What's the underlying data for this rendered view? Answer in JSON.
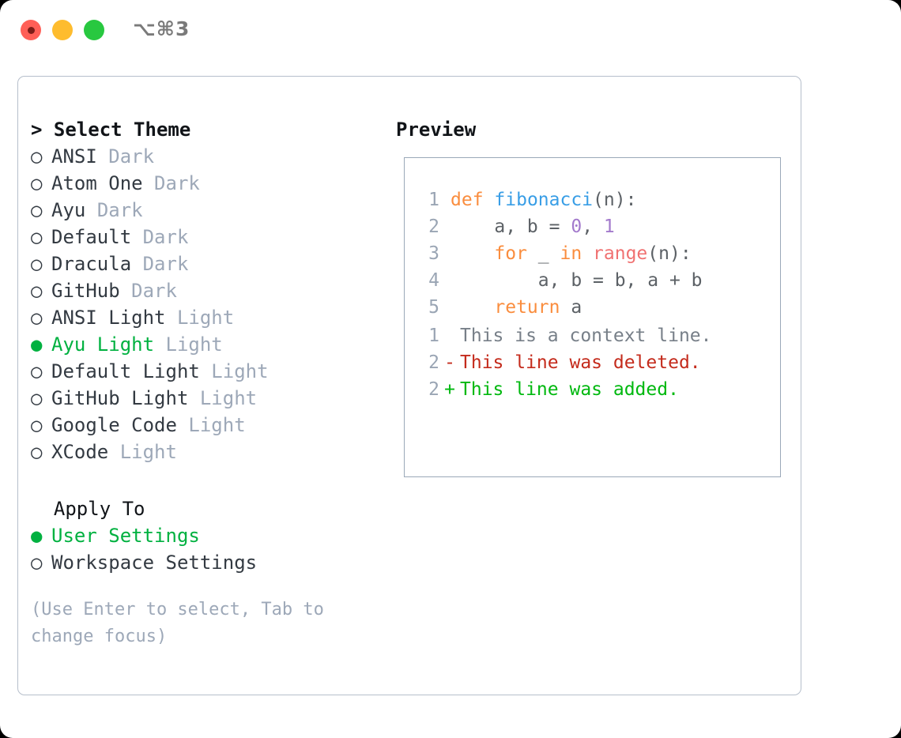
{
  "window": {
    "shortcut": "⌥⌘3",
    "traffic_lights": [
      "close-red",
      "minimize-yellow",
      "zoom-green"
    ]
  },
  "theme_picker": {
    "heading_prefix": "> ",
    "heading": "Select Theme",
    "marker_selected": "●",
    "marker_unselected": "○",
    "options": [
      {
        "label": "ANSI",
        "tag": "Dark",
        "selected": false
      },
      {
        "label": "Atom One",
        "tag": "Dark",
        "selected": false
      },
      {
        "label": "Ayu",
        "tag": "Dark",
        "selected": false
      },
      {
        "label": "Default",
        "tag": "Dark",
        "selected": false
      },
      {
        "label": "Dracula",
        "tag": "Dark",
        "selected": false
      },
      {
        "label": "GitHub",
        "tag": "Dark",
        "selected": false
      },
      {
        "label": "ANSI Light",
        "tag": "Light",
        "selected": false
      },
      {
        "label": "Ayu Light",
        "tag": "Light",
        "selected": true
      },
      {
        "label": "Default Light",
        "tag": "Light",
        "selected": false
      },
      {
        "label": "GitHub Light",
        "tag": "Light",
        "selected": false
      },
      {
        "label": "Google Code",
        "tag": "Light",
        "selected": false
      },
      {
        "label": "XCode",
        "tag": "Light",
        "selected": false
      }
    ]
  },
  "apply_to": {
    "heading": "Apply To",
    "options": [
      {
        "label": "User Settings",
        "selected": true
      },
      {
        "label": "Workspace Settings",
        "selected": false
      }
    ]
  },
  "hint": "(Use Enter to select, Tab to change focus)",
  "preview": {
    "heading": "Preview",
    "code_lines": [
      {
        "num": "1",
        "tokens": [
          {
            "t": "def",
            "c": "kw"
          },
          {
            "t": " ",
            "c": "pl"
          },
          {
            "t": "fibonacci",
            "c": "fn"
          },
          {
            "t": "(n):",
            "c": "pl"
          }
        ]
      },
      {
        "num": "2",
        "tokens": [
          {
            "t": "    a, b = ",
            "c": "var"
          },
          {
            "t": "0",
            "c": "num"
          },
          {
            "t": ", ",
            "c": "pl"
          },
          {
            "t": "1",
            "c": "num"
          }
        ]
      },
      {
        "num": "3",
        "tokens": [
          {
            "t": "    ",
            "c": "pl"
          },
          {
            "t": "for",
            "c": "kw"
          },
          {
            "t": " _ ",
            "c": "var"
          },
          {
            "t": "in",
            "c": "kw"
          },
          {
            "t": " ",
            "c": "pl"
          },
          {
            "t": "range",
            "c": "bi"
          },
          {
            "t": "(n):",
            "c": "pl"
          }
        ]
      },
      {
        "num": "4",
        "tokens": [
          {
            "t": "        a, b = b, a + b",
            "c": "var"
          }
        ]
      },
      {
        "num": "5",
        "tokens": [
          {
            "t": "    ",
            "c": "pl"
          },
          {
            "t": "return",
            "c": "kw"
          },
          {
            "t": " a",
            "c": "var"
          }
        ]
      }
    ],
    "diff_lines": [
      {
        "num": "1",
        "sign": " ",
        "text": "This is a context line.",
        "kind": "ctx"
      },
      {
        "num": "2",
        "sign": "-",
        "text": "This line was deleted.",
        "kind": "del"
      },
      {
        "num": "2",
        "sign": "+",
        "text": "This line was added.",
        "kind": "add"
      }
    ]
  },
  "colors": {
    "accent_green": "#00b140",
    "tag_gray": "#9da8b8",
    "kw_orange": "#fa8d3e",
    "fn_blue": "#399ee6",
    "num_purple": "#a37acc",
    "builtin_red": "#f07171",
    "diff_add": "#00b80f",
    "diff_del": "#c42b1c",
    "border": "#9aa8b8"
  }
}
